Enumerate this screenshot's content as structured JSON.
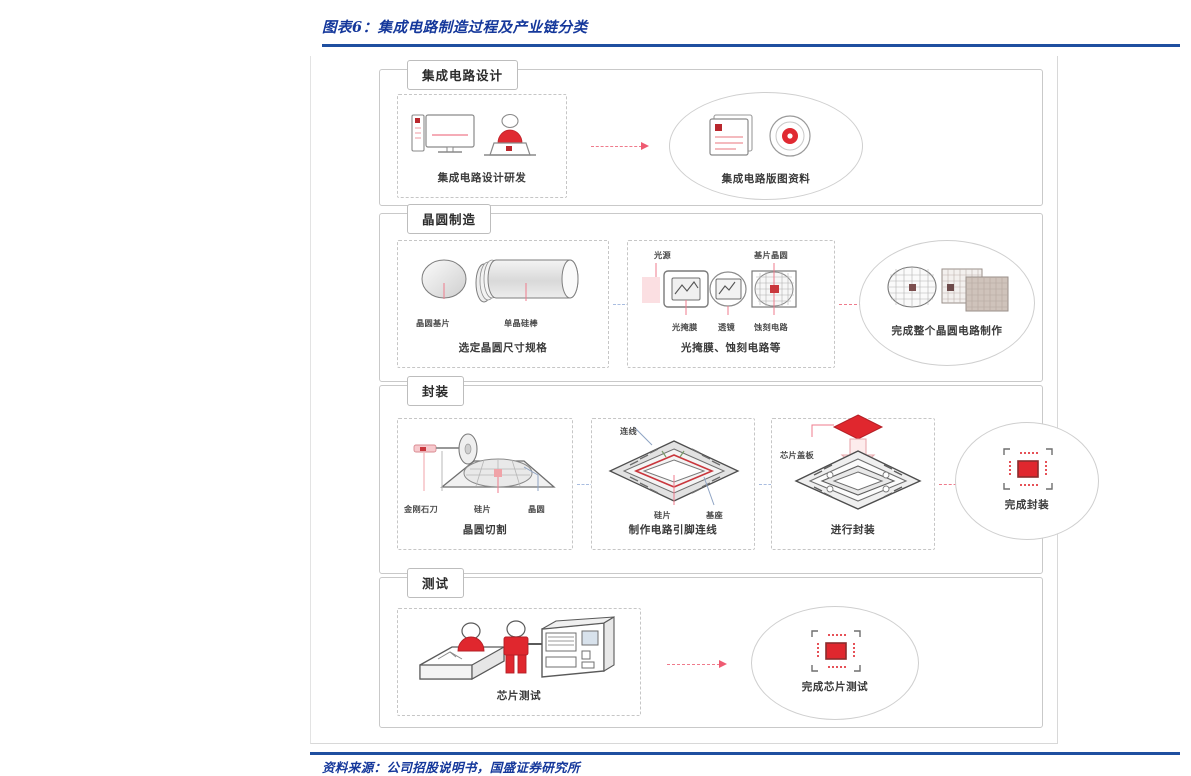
{
  "title": "图表6：集成电路制造过程及产业链分类",
  "source": "资料来源：公司招股说明书，国盛证券研究所",
  "colors": {
    "brand_blue": "#15389b",
    "rule_blue": "#1f4fa0",
    "accent_red": "#e8353b",
    "arrow_red": "#ef5b72",
    "arrow_blue": "#2f5fc4",
    "frame_gray": "#c9c9c9"
  },
  "sections": [
    {
      "label": "集成电路设计",
      "panels": [
        {
          "caption": "集成电路设计研发",
          "labels": []
        }
      ],
      "result": "集成电路版图资料"
    },
    {
      "label": "晶圆制造",
      "panels": [
        {
          "caption": "选定晶圆尺寸规格",
          "labels": [
            "晶圆基片",
            "单晶硅棒"
          ]
        },
        {
          "caption": "光掩膜、蚀刻电路等",
          "caption2": "",
          "labels": [
            "光源",
            "基片晶圆",
            "光掩膜",
            "透镜",
            "蚀刻电路"
          ]
        }
      ],
      "result": "完成整个晶圆电路制作"
    },
    {
      "label": "封装",
      "panels": [
        {
          "caption": "晶圆切割",
          "labels": [
            "金刚石刀",
            "硅片",
            "晶圆"
          ]
        },
        {
          "caption": "制作电路引脚连线",
          "labels": [
            "连线",
            "硅片",
            "基座"
          ]
        },
        {
          "caption": "进行封装",
          "labels": [
            "芯片盖板"
          ]
        }
      ],
      "result": "完成封装"
    },
    {
      "label": "测试",
      "panels": [
        {
          "caption": "芯片测试",
          "labels": []
        }
      ],
      "result": "完成芯片测试"
    }
  ]
}
